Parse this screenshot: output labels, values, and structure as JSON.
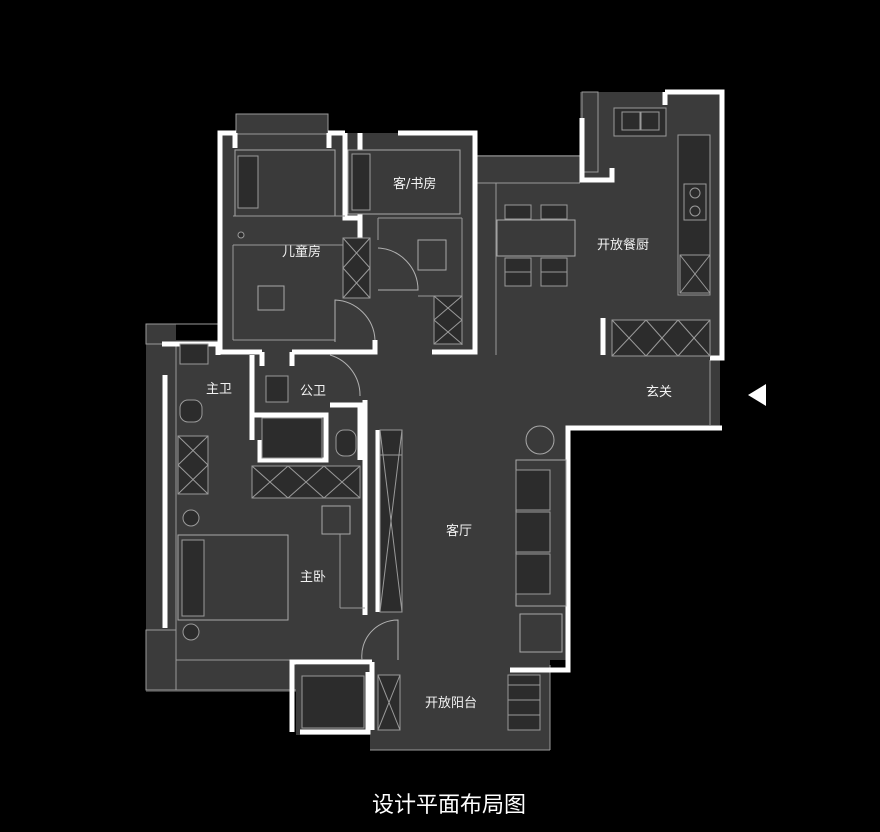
{
  "caption": "设计平面布局图",
  "rooms": {
    "kids_room": "儿童房",
    "guest_study": "客/书房",
    "open_kitchen_dining": "开放餐厨",
    "master_bath": "主卫",
    "public_bath": "公卫",
    "foyer": "玄关",
    "living_room": "客厅",
    "master_bedroom": "主卧",
    "open_balcony": "开放阳台"
  },
  "colors": {
    "background": "#000000",
    "floor": "#3b3b3b",
    "wall": "#ffffff",
    "furniture_line": "#a8a8a8"
  },
  "entrance_marker": "triangle-arrow-left"
}
